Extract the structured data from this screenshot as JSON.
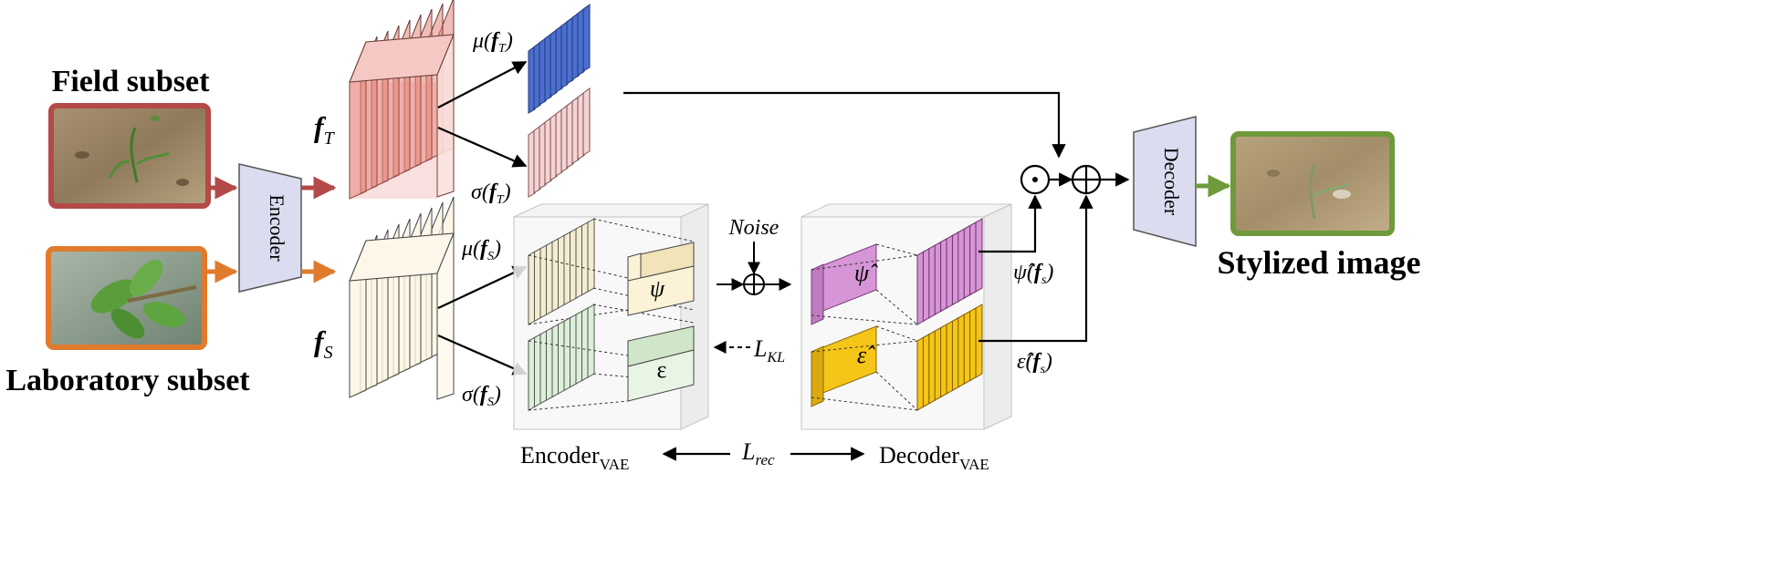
{
  "labels": {
    "field_subset": "Field subset",
    "laboratory_subset": "Laboratory subset",
    "stylized_image": "Stylized image",
    "encoder": "Encoder",
    "decoder": "Decoder",
    "noise": "Noise",
    "fT_f": "f",
    "fT_sub": "T",
    "fS_f": "f",
    "fS_sub": "S",
    "mu": "μ",
    "sigma": "σ",
    "psi": "ψ",
    "epsilon": "ε",
    "psi_hat": "ψ̂",
    "eps_hat": "ε̂",
    "fs_f": "f",
    "fs_sub": "s",
    "fS_formula_sub": "S",
    "fT_formula_sub": "T",
    "L": "L",
    "KL_sub": "KL",
    "rec_sub": "rec",
    "encoder_vae": "Encoder",
    "decoder_vae": "Decoder",
    "vae_sub": "VAE",
    "paren_open": "(",
    "paren_close": ")"
  },
  "colors": {
    "field_border": "#b34a48",
    "lab_border": "#e07a2c",
    "stylized_border": "#6e9a3c",
    "encoder_fill": "#dcdcf0",
    "fT_fill": "#e8857a",
    "mu_T_fill": "#4a6fd0",
    "sigma_T_fill": "#f6d3d3",
    "fS_fill": "#fdf5e2",
    "mu_S_fill": "#f3edcf",
    "sigma_S_fill": "#dcefd9",
    "psi_fill": "#fbf2d8",
    "eps_fill": "#e9f5e4",
    "purple_fill": "#d695d6",
    "yellow_fill": "#f5c518"
  }
}
